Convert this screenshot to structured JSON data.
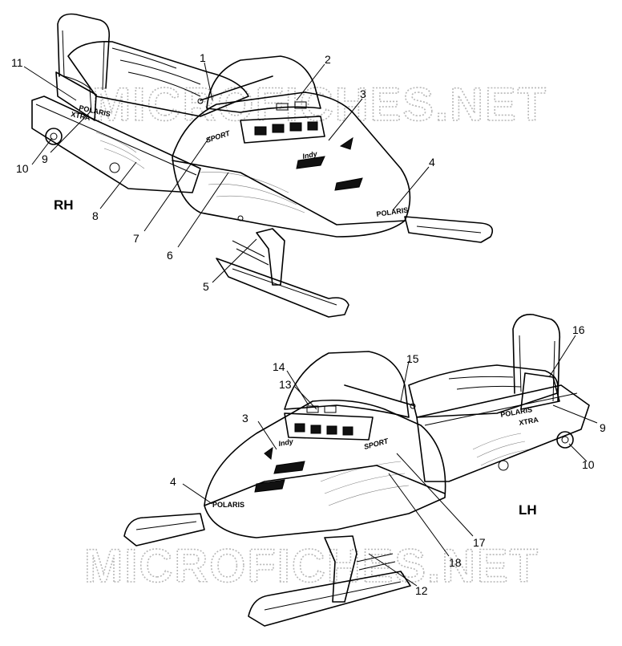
{
  "watermarks": [
    "MICROFICHES.NET",
    "MICROFICHES.NET"
  ],
  "side_labels": {
    "rh": "RH",
    "lh": "LH"
  },
  "callouts_rh": [
    "1",
    "2",
    "3",
    "4",
    "5",
    "6",
    "7",
    "8",
    "9",
    "10",
    "11"
  ],
  "callouts_lh": [
    "3",
    "4",
    "9",
    "10",
    "12",
    "13",
    "14",
    "15",
    "16",
    "17",
    "18"
  ],
  "decals": {
    "brand": "POLARIS",
    "model": "SPORT",
    "indy": "Indy",
    "xtra": "XTRA"
  },
  "colors": {
    "ink": "#000000",
    "watermark": "#b8b8b8",
    "background": "#ffffff"
  }
}
